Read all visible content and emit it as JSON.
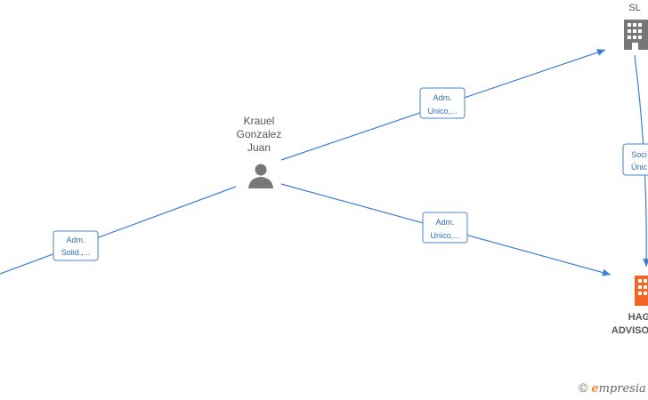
{
  "nodes": {
    "person": {
      "name_lines": [
        "Krauel",
        "Gonzalez",
        "Juan"
      ],
      "icon": "person-icon"
    },
    "company_top": {
      "label": "SL",
      "icon": "building-icon"
    },
    "company_bottom": {
      "label_lines": [
        "HAG",
        "ADVISO"
      ],
      "icon": "building-icon",
      "color": "#f26522"
    }
  },
  "edges": {
    "person_to_company_top": {
      "label_lines": [
        "Adm.",
        "Unico,..."
      ]
    },
    "person_to_company_bottom": {
      "label_lines": [
        "Adm.",
        "Unico,..."
      ]
    },
    "company_top_to_company_bottom": {
      "label_lines": [
        "Soci",
        "Únic"
      ]
    },
    "left_to_person": {
      "label_lines": [
        "Adm.",
        "Solid.,..."
      ]
    }
  },
  "colors": {
    "edge": "#3d7fd1",
    "icon_gray": "#777777",
    "icon_orange": "#f26522"
  },
  "watermark": {
    "copyright": "©",
    "brand_initial": "e",
    "brand_rest": "mpresia"
  }
}
